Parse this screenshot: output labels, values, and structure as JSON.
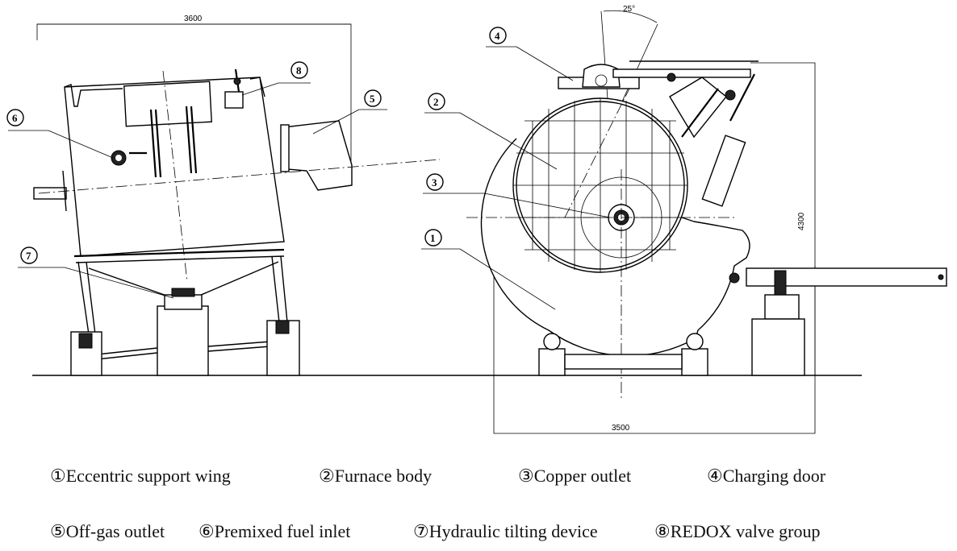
{
  "dimensions": {
    "width_left": "3600",
    "width_right": "3500",
    "height_right": "4300",
    "tilt_angle": "25°"
  },
  "callouts": [
    "1",
    "2",
    "3",
    "4",
    "5",
    "6",
    "7",
    "8"
  ],
  "legend": [
    {
      "mark": "①",
      "text": "Eccentric support wing"
    },
    {
      "mark": "②",
      "text": "Furnace body"
    },
    {
      "mark": "③",
      "text": "Copper outlet"
    },
    {
      "mark": "④",
      "text": "Charging door"
    },
    {
      "mark": "⑤",
      "text": "Off-gas outlet"
    },
    {
      "mark": "⑥",
      "text": "Premixed fuel inlet"
    },
    {
      "mark": "⑦",
      "text": "Hydraulic tilting device"
    },
    {
      "mark": "⑧",
      "text": "REDOX valve group"
    }
  ]
}
